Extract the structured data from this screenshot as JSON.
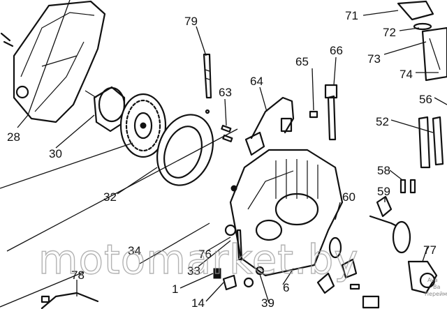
{
  "callouts": [
    {
      "id": "c79",
      "label": "79"
    },
    {
      "id": "c71",
      "label": "71"
    },
    {
      "id": "c72",
      "label": "72"
    },
    {
      "id": "c73",
      "label": "73"
    },
    {
      "id": "c74",
      "label": "74"
    },
    {
      "id": "c66",
      "label": "66"
    },
    {
      "id": "c65",
      "label": "65"
    },
    {
      "id": "c64",
      "label": "64"
    },
    {
      "id": "c63",
      "label": "63"
    },
    {
      "id": "c56",
      "label": "56"
    },
    {
      "id": "c52",
      "label": "52"
    },
    {
      "id": "c28",
      "label": "28"
    },
    {
      "id": "c30",
      "label": "30"
    },
    {
      "id": "c32",
      "label": "32"
    },
    {
      "id": "c58",
      "label": "58"
    },
    {
      "id": "c59",
      "label": "59"
    },
    {
      "id": "c60",
      "label": "60"
    },
    {
      "id": "c34",
      "label": "34"
    },
    {
      "id": "c76",
      "label": "76"
    },
    {
      "id": "c33",
      "label": "33"
    },
    {
      "id": "c77",
      "label": "77"
    },
    {
      "id": "c78",
      "label": "78"
    },
    {
      "id": "c1",
      "label": "1"
    },
    {
      "id": "c14",
      "label": "14"
    },
    {
      "id": "c39",
      "label": "39"
    },
    {
      "id": "c6",
      "label": "6"
    }
  ],
  "watermark": "motomarket.by",
  "corner_text": [
    "Ava",
    "Ba",
    "Перейм"
  ]
}
